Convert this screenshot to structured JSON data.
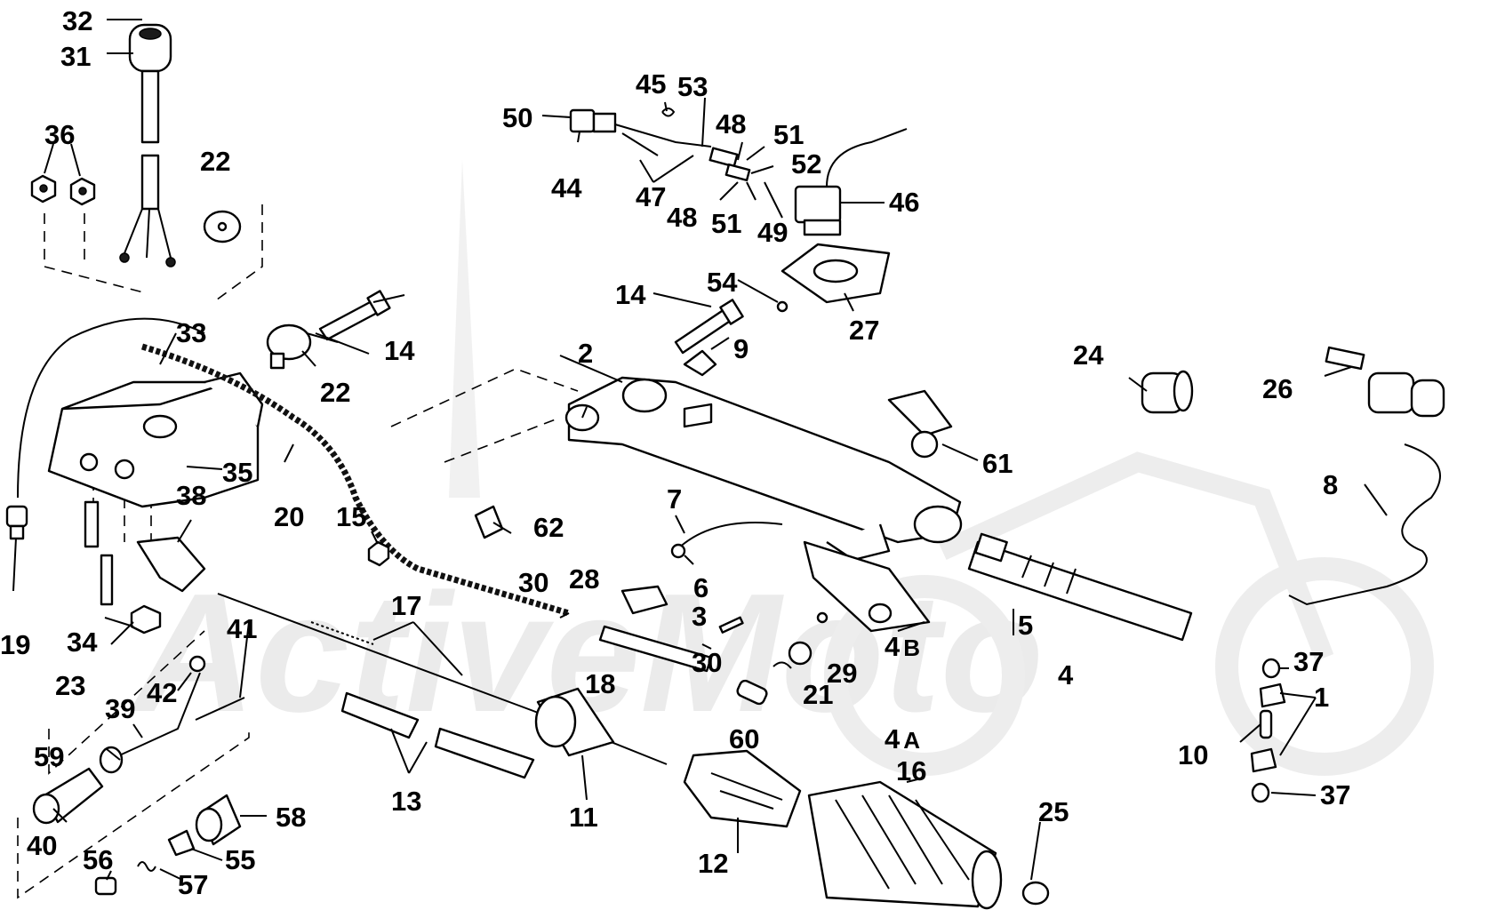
{
  "watermark": "ActiveMoto",
  "callouts": {
    "c1": "1",
    "c2": "2",
    "c3": "3",
    "c4a": "4",
    "c4b": "4",
    "c4c": "4",
    "c5": "5",
    "c6": "6",
    "c7": "7",
    "c8": "8",
    "c9": "9",
    "c10": "10",
    "c11": "11",
    "c12": "12",
    "c13": "13",
    "c14a": "14",
    "c14b": "14",
    "c15": "15",
    "c16": "16",
    "c17": "17",
    "c18": "18",
    "c19": "19",
    "c20": "20",
    "c21": "21",
    "c22a": "22",
    "c22b": "22",
    "c23": "23",
    "c24": "24",
    "c25": "25",
    "c26": "26",
    "c27": "27",
    "c28": "28",
    "c29": "29",
    "c30a": "30",
    "c30b": "30",
    "c31": "31",
    "c32": "32",
    "c33": "33",
    "c34": "34",
    "c35": "35",
    "c36": "36",
    "c37a": "37",
    "c37b": "37",
    "c38": "38",
    "c39": "39",
    "c40": "40",
    "c41": "41",
    "c42": "42",
    "c44": "44",
    "c45": "45",
    "c46": "46",
    "c47": "47",
    "c48a": "48",
    "c48b": "48",
    "c49": "49",
    "c50": "50",
    "c51a": "51",
    "c51b": "51",
    "c52": "52",
    "c53": "53",
    "c54": "54",
    "c55": "55",
    "c56": "56",
    "c57": "57",
    "c58": "58",
    "c59": "59",
    "c60": "60",
    "c61": "61",
    "c62": "62",
    "sub4a": "A",
    "sub4b": "B"
  }
}
